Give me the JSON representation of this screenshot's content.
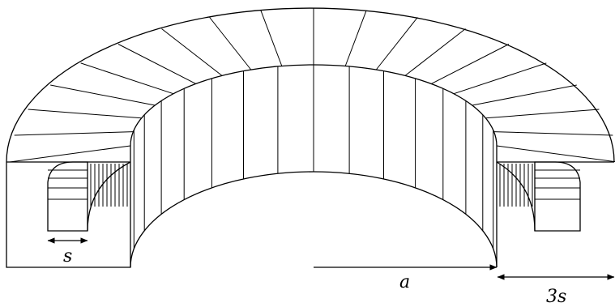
{
  "diagram": {
    "labels": {
      "s": "s",
      "a": "a",
      "three_s": "3s"
    },
    "colors": {
      "stroke": "#000000",
      "background": "#ffffff"
    }
  }
}
